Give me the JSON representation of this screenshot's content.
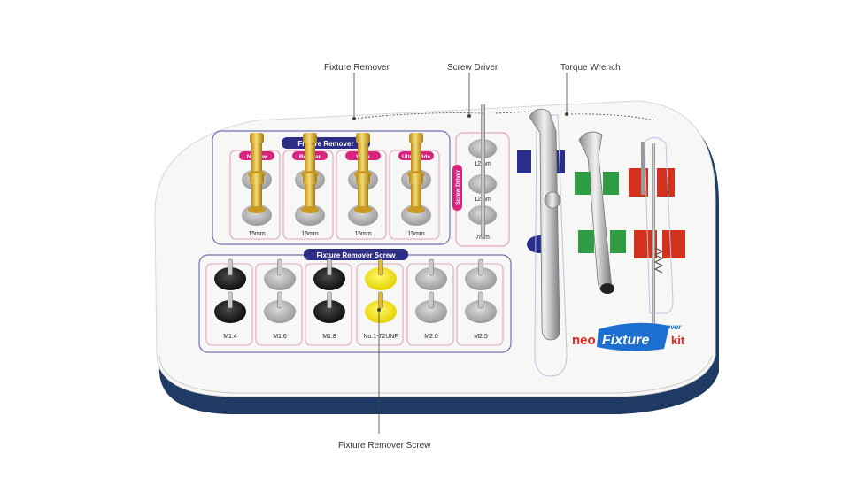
{
  "callouts": {
    "fixture_remover": "Fixture Remover",
    "screw_driver": "Screw Driver",
    "torque_wrench": "Torque Wrench",
    "fixture_remover_screw": "Fixture Remover Screw"
  },
  "tray": {
    "remover_section_title": "Fixture Remover",
    "remover_columns": [
      {
        "tag": "Narrow",
        "label": "15mm"
      },
      {
        "tag": "Regular",
        "label": "15mm"
      },
      {
        "tag": "Wide",
        "label": "15mm"
      },
      {
        "tag": "Ultra Wide",
        "label": "15mm"
      }
    ],
    "driver_section_title": "Screw Driver",
    "driver_slots": [
      "12mm",
      "12mm",
      "7mm"
    ],
    "screw_section_title": "Fixture Remover Screw",
    "screw_columns": [
      "M1.4",
      "M1.6",
      "M1.8",
      "No.1-72UNF",
      "M2.0",
      "M2.5"
    ],
    "brand": {
      "prefix": "neo",
      "main": "Fixture",
      "superscript": "Remover",
      "suffix": "kit"
    }
  },
  "colors": {
    "tray_top": "#f7f7f5",
    "tray_base": "#1f3b63",
    "frame_pink": "#e6a3c0",
    "frame_purple": "#6f73b3",
    "label_purple": "#2d2d86",
    "label_magenta": "#d6247f",
    "gold": "#e0b83a",
    "yellow": "#f2e400",
    "black_post": "#1c1c1c",
    "gray_post": "#b5b5b5",
    "green": "#2f9d43",
    "red": "#d4321c",
    "navy_clip": "#2a2d8c"
  }
}
